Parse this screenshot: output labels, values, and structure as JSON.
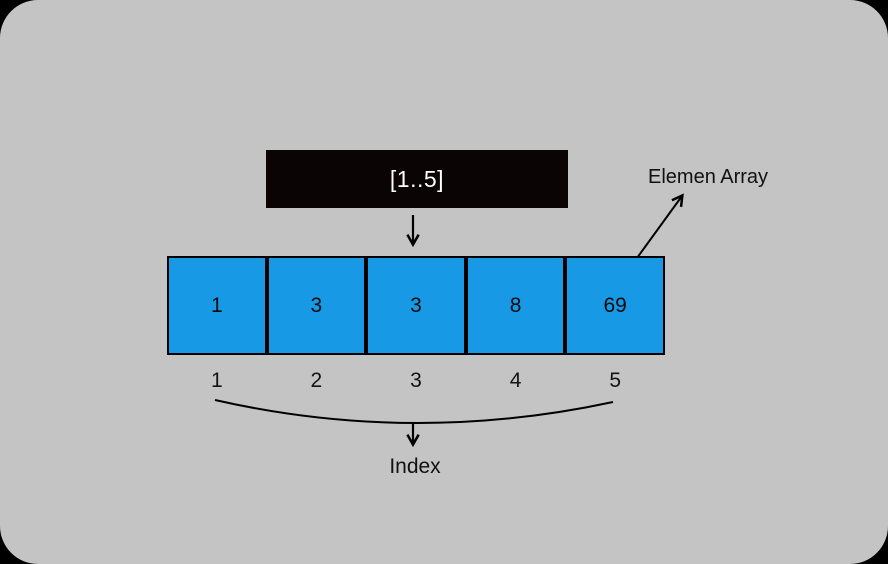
{
  "diagram": {
    "range_label": "[1..5]",
    "element_array_label": "Elemen Array",
    "index_label": "Index",
    "cells": [
      {
        "value": "1",
        "index": "1"
      },
      {
        "value": "3",
        "index": "2"
      },
      {
        "value": "3",
        "index": "3"
      },
      {
        "value": "8",
        "index": "4"
      },
      {
        "value": "69",
        "index": "5"
      }
    ],
    "icons": {
      "down_arrow": "↓",
      "pointer_arrow": "↗"
    },
    "colors": {
      "background": "#c4c4c4",
      "box_fill": "#0a0404",
      "box_text": "#ffffff",
      "cell_fill": "#1799e5",
      "stroke": "#000000"
    }
  }
}
